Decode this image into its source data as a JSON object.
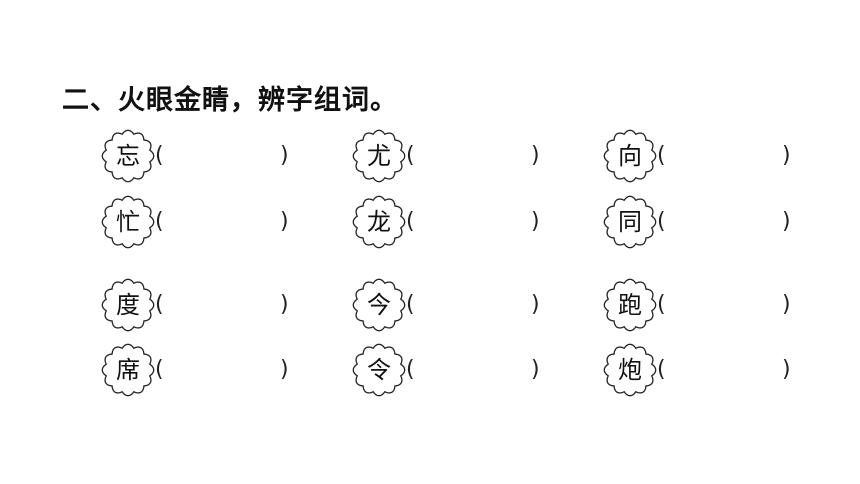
{
  "title": "二、火眼金睛，辨字组词。",
  "parens": {
    "open": "(",
    "close": ")"
  },
  "rows": [
    [
      "忘",
      "尤",
      "向"
    ],
    [
      "忙",
      "龙",
      "同"
    ],
    [
      "度",
      "今",
      "跑"
    ],
    [
      "席",
      "令",
      "炮"
    ]
  ]
}
